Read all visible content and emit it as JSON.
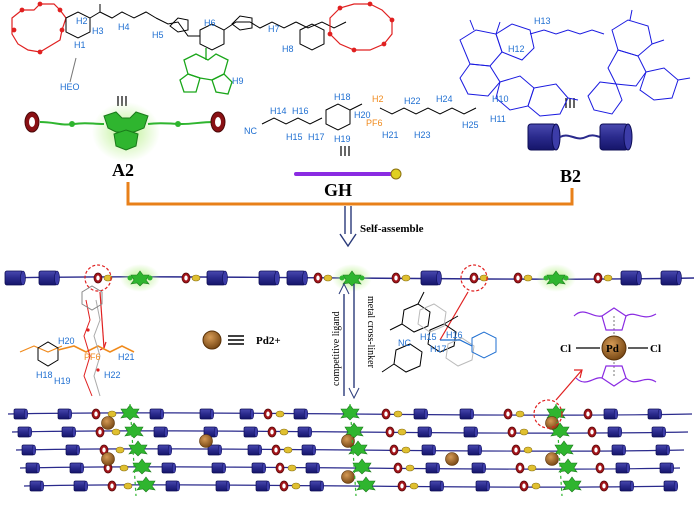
{
  "labels": {
    "a2": {
      "name": "A2",
      "h1": "H1",
      "h2": "H2",
      "h3": "H3",
      "h4": "H4",
      "h5": "H5",
      "h6": "H6",
      "h7": "H7",
      "h8": "H8",
      "h9": "H9",
      "heo": "HEO"
    },
    "gh": {
      "name": "GH",
      "nc": "NC",
      "h14": "H14",
      "h15": "H15",
      "h16": "H16",
      "h17": "H17",
      "h18": "H18",
      "h19": "H19",
      "h20": "H20",
      "h2": "H2",
      "pf6": "PF6",
      "h21": "H21",
      "h22": "H22",
      "h23": "H23",
      "h24": "H24",
      "h25": "H25"
    },
    "b2": {
      "name": "B2",
      "h10": "H10",
      "h11": "H11",
      "h12": "H12",
      "h13": "H13"
    },
    "self_assemble": "Self-assemble",
    "pd_ion": "Pd2+",
    "competitive_ligand": "competitive ligand",
    "metal_crosslinker": "metal cross-linker",
    "inset_left": {
      "h18": "H18",
      "h19": "H19",
      "h20": "H20",
      "h21": "H21",
      "h22": "H22",
      "pf6": "PF6"
    },
    "inset_right": {
      "nc": "NC",
      "h15": "H15",
      "h16": "H16",
      "h17": "H17"
    },
    "pd_complex": {
      "cl_left": "Cl",
      "pd": "Pd",
      "cl_right": "Cl"
    }
  },
  "colors": {
    "crown_ether": "#e02020",
    "bodipy": "#2fb52f",
    "pillararene": "#2a2a8c",
    "guest_linker": "#8a2be2",
    "pd_ball": "#8a5a22",
    "bracket": "#e8801a",
    "h_label": "#1f6fd1",
    "pf6_label": "#f08a1c"
  }
}
